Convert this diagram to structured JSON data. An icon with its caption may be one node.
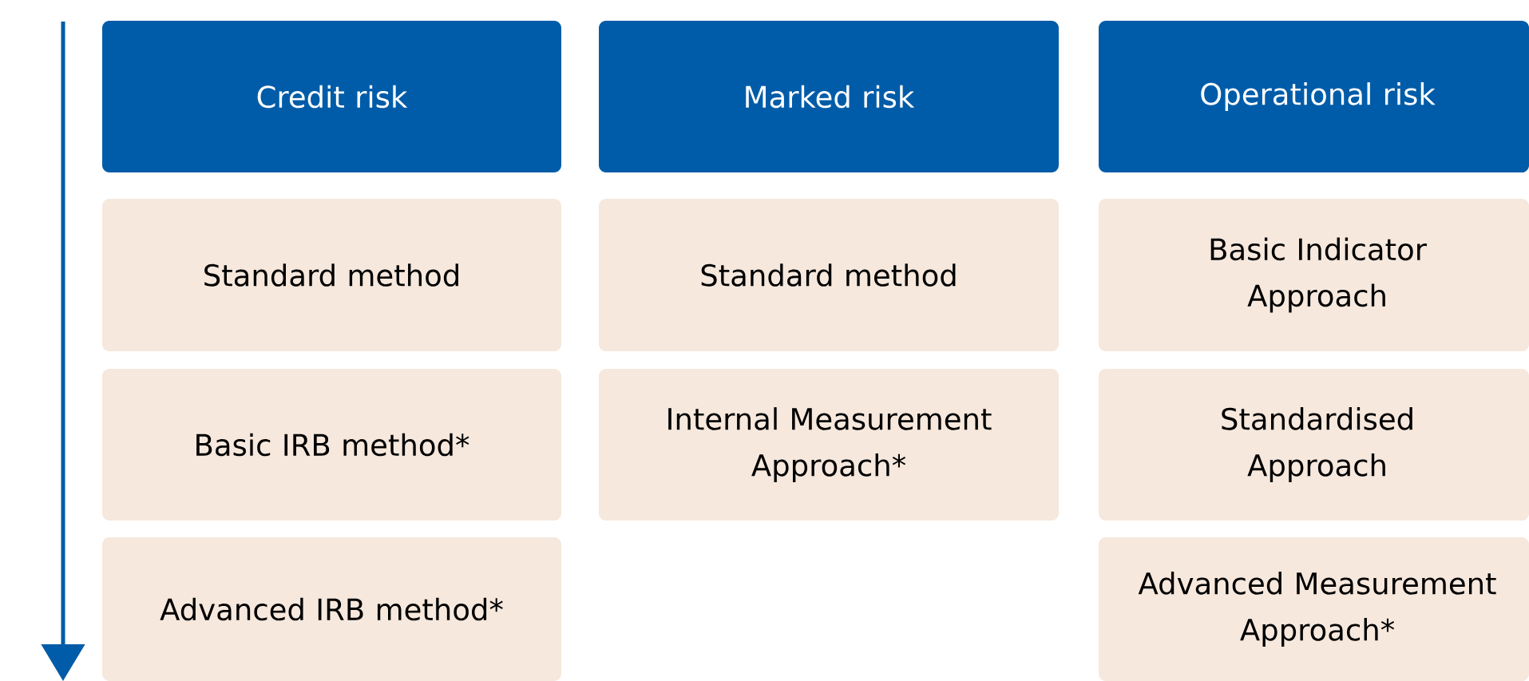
{
  "diagram": {
    "nodes": [
      {
        "text": [
          "Credit risk"
        ]
      },
      {
        "text": [
          "Marked risk"
        ]
      },
      {
        "text": [
          "Operational risk"
        ]
      },
      {
        "text": [
          "Standard method"
        ]
      },
      {
        "text": [
          "Standard method"
        ]
      },
      {
        "text": [
          "Basic Indicator Approach"
        ]
      },
      {
        "text": [
          "Basic IRB method*"
        ]
      },
      {
        "text": [
          "Internal Measurement Approach*"
        ]
      },
      {
        "text": [
          "Standardised Approach"
        ]
      },
      {
        "text": [
          "Advanced IRB method*"
        ]
      },
      {
        "text": [
          "Advanced Measurement Approach*"
        ]
      }
    ]
  }
}
